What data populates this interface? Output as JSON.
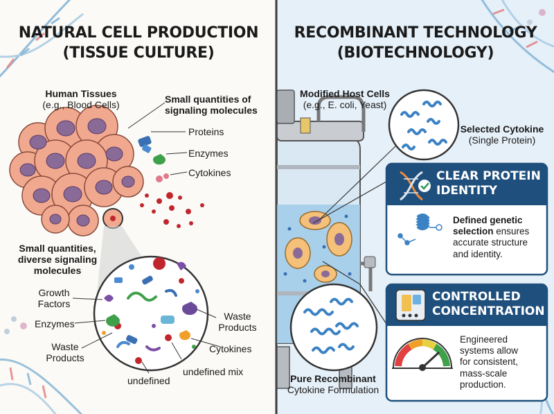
{
  "left_panel": {
    "title_line1": "NATURAL CELL PRODUCTION",
    "title_line2": "(TISSUE CULTURE)",
    "tissue_label": "Human Tissues",
    "tissue_example": "(e.g., Blood Cells)",
    "small_quantities_line1": "Small quantities of",
    "small_quantities_line2": "signaling molecules",
    "legend": {
      "proteins": "Proteins",
      "enzymes": "Enzymes",
      "cytokines": "Cytokines"
    },
    "diverse_line1": "Small quantities,",
    "diverse_line2": "diverse signaling",
    "diverse_line3": "molecules",
    "mix_labels": {
      "growth_factors_1": "Growth",
      "growth_factors_2": "Factors",
      "enzymes": "Enzymes",
      "waste_left_1": "Waste",
      "waste_left_2": "Products",
      "undefined": "undefined",
      "waste_right_1": "Waste",
      "waste_right_2": "Products",
      "cytokines": "Cytokines",
      "undefined_mix": "undefined mix"
    }
  },
  "right_panel": {
    "title_line1": "RECOMBINANT TECHNOLOGY",
    "title_line2": "(BIOTECHNOLOGY)",
    "host_label": "Modified Host Cells",
    "host_example": "(e.g., E. coli, Yeast)",
    "selected_label": "Selected Cytokine",
    "selected_sub": "(Single Protein)",
    "card1": {
      "title_line1": "CLEAR PROTEIN",
      "title_line2": "IDENTITY",
      "text_bold_1": "Defined genetic",
      "text_bold_2": "selection",
      "text_rest_2": " ensures",
      "text_line3": "accurate structure",
      "text_line4": "and identity."
    },
    "card2": {
      "title_line1": "CONTROLLED",
      "title_line2": "CONCENTRATION",
      "text_line1": "Engineered",
      "text_line2": "systems allow",
      "text_line3": "for consistent,",
      "text_line4": "mass-scale",
      "text_line5": "production."
    },
    "pure_line1": "Pure Recombinant",
    "pure_line2": "Cytokine Formulation"
  },
  "colors": {
    "left_bg": "#fbfaf7",
    "right_bg": "#e6f0f8",
    "card_header": "#1f4f7c",
    "divider": "#3a3a3a",
    "cell_fill": "#f0a98f",
    "nucleus": "#8a6a96",
    "protein_blue": "#3b82c4"
  },
  "icons": [
    "dna-icon",
    "check-icon",
    "lab-equipment-icon",
    "gauge-icon",
    "bioreactor-icon"
  ]
}
